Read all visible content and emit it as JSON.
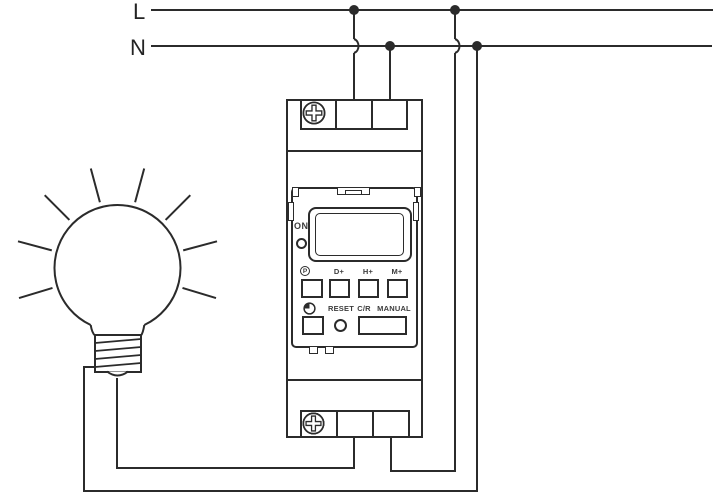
{
  "supply": {
    "live_label": "L",
    "neutral_label": "N"
  },
  "timer": {
    "indicator_label": "ON",
    "program_icon_label": "P",
    "day_plus_label": "D+",
    "hour_plus_label": "H+",
    "minute_plus_label": "M+",
    "reset_label": "RESET",
    "count_rule_label": "C/R",
    "manual_label": "MANUAL"
  },
  "icons": {
    "load": "light-bulb-icon",
    "terminal": "phillips-screw-icon",
    "timer_clock": "clock-icon",
    "program": "program-p-icon",
    "power_led": "led-indicator-icon",
    "junction": "junction-dot-icon",
    "crossover": "wire-crossover-hop-icon"
  },
  "colors": {
    "line": "#2b2b2b",
    "background": "#ffffff",
    "label_text": "#232323",
    "device_text": "#3c3c3c"
  }
}
